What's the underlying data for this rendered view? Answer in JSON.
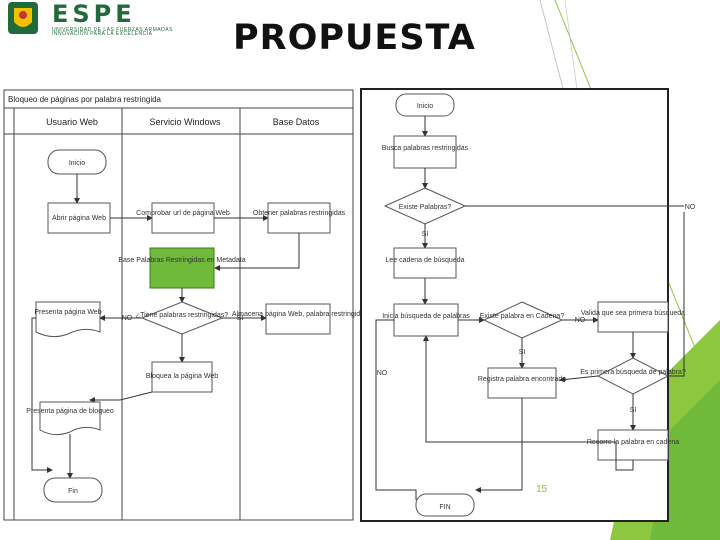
{
  "header": {
    "logo_text": "ESPE",
    "logo_sub1": "UNIVERSIDAD DE LAS FUERZAS ARMADAS",
    "logo_sub2": "INNOVACIÓN PARA LA EXCELENCIA",
    "title": "PROPUESTA"
  },
  "swimlane": {
    "title": "Bloqueo de páginas por palabra restringida",
    "lanes": [
      "Usuario Web",
      "Servicio Windows",
      "Base Datos"
    ],
    "nodes": {
      "inicio": "Inicio",
      "abrir": "Abrir página Web",
      "comprobar": "Comprobar url de página Web",
      "obtener": "Obtener palabras restringidas",
      "base": "Base Palabras Restringidas en Metadata",
      "tiene": "¿Tiene palabras restringidas?",
      "almacena": "Almacena página Web, palabra restringida",
      "presenta": "Presenta página Web",
      "bloquea": "Bloquea la página Web",
      "presenta_bloq": "Presenta página de bloqueo",
      "fin": "Fin",
      "no": "NO",
      "si": "SI"
    }
  },
  "flowchart": {
    "nodes": {
      "inicio": "Inicio",
      "busca": "Busca palabras restringidas",
      "existe": "Existe Palabras?",
      "lee": "Lee cadena de búsqueda",
      "inicia": "Inicia búsqueda de palabras",
      "existe_cad": "Existe palabra en Cadena?",
      "valida": "Valida que sea primera búsqueda",
      "es_primera": "Es primera búsqueda de palabra?",
      "registra": "Registra palabra encontrada",
      "recorre": "Recorre la palabra en cadena",
      "fin": "FIN",
      "no": "NO",
      "si": "SI"
    },
    "page_number": "15"
  },
  "colors": {
    "brand_green": "#1f6b3a",
    "highlight_green": "#6fba3a",
    "accent_green": "#8dc63f",
    "page_number": "#8dc63f"
  }
}
